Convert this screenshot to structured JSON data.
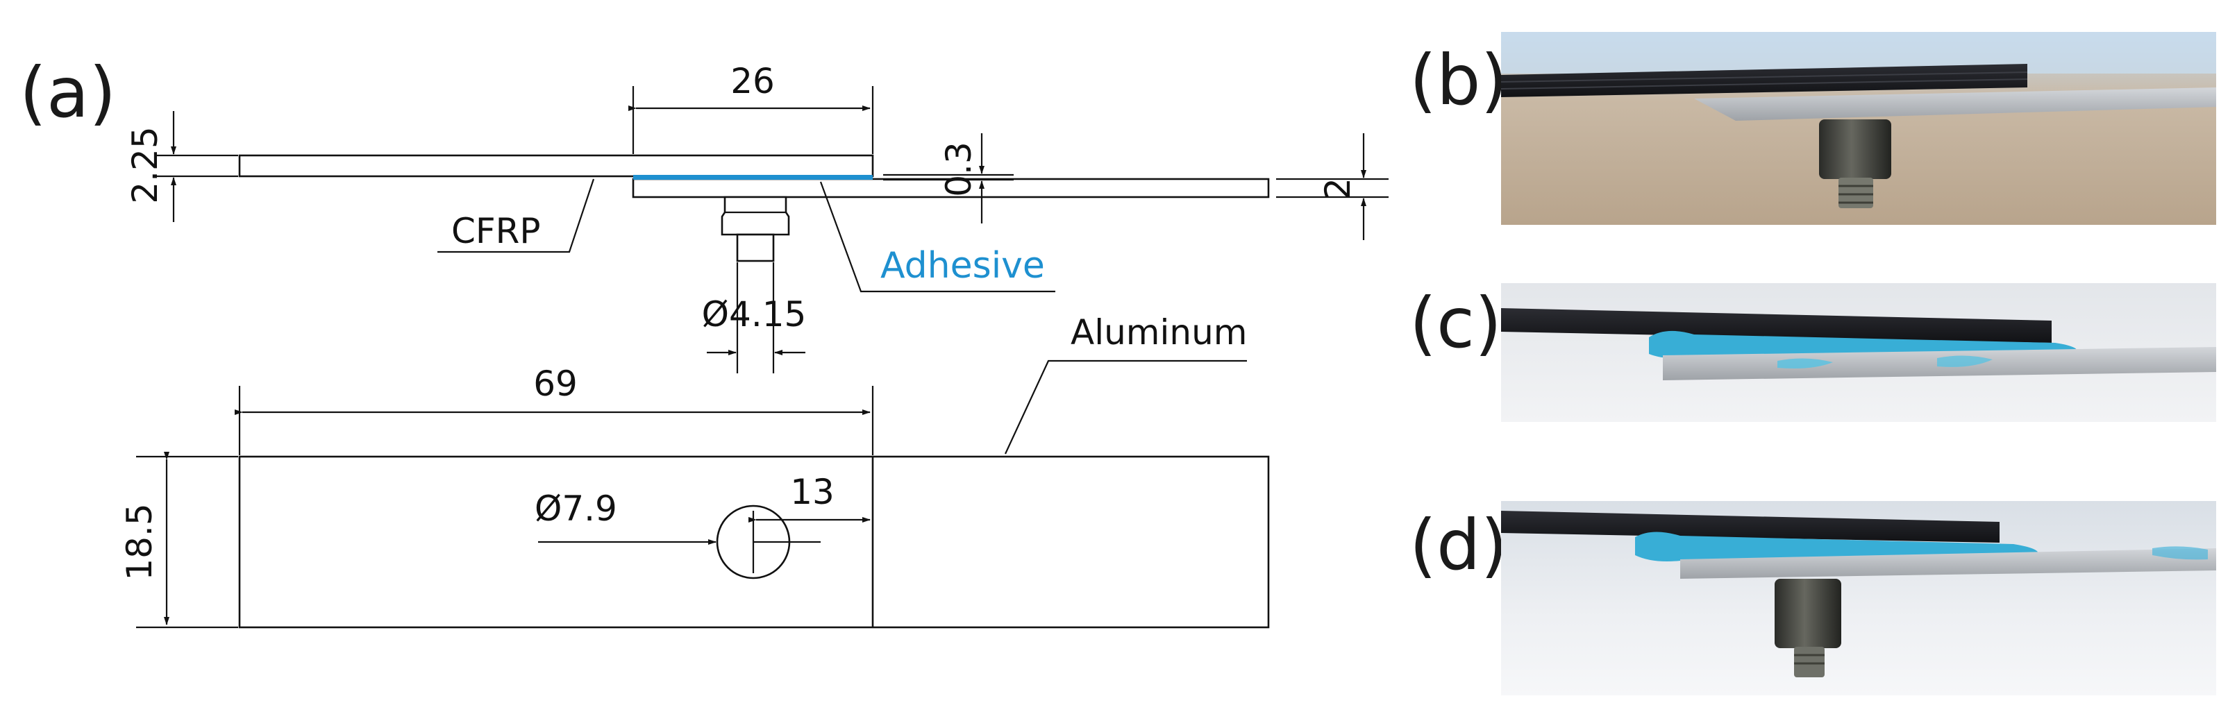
{
  "panels": {
    "a": "(a)",
    "b": "(b)",
    "c": "(c)",
    "d": "(d)"
  },
  "side_view": {
    "dim_overlap": "26",
    "dim_cfrp_thickness": "2.25",
    "dim_adhesive_thickness": "0.3",
    "dim_aluminum_thickness": "2",
    "dim_bolt_diameter": "Ø4.15",
    "label_cfrp": "CFRP",
    "label_adhesive": "Adhesive",
    "label_aluminum": "Aluminum"
  },
  "plan_view": {
    "dim_length": "69",
    "dim_width": "18.5",
    "dim_hole_diameter": "Ø7.9",
    "dim_hole_offset": "13"
  },
  "colors": {
    "adhesive": "#1e90d0",
    "line": "#111111",
    "cfrp_photo": "#1b1c20",
    "aluminum_photo": "#b9bcc0",
    "adhesive_photo": "#38aed6"
  }
}
